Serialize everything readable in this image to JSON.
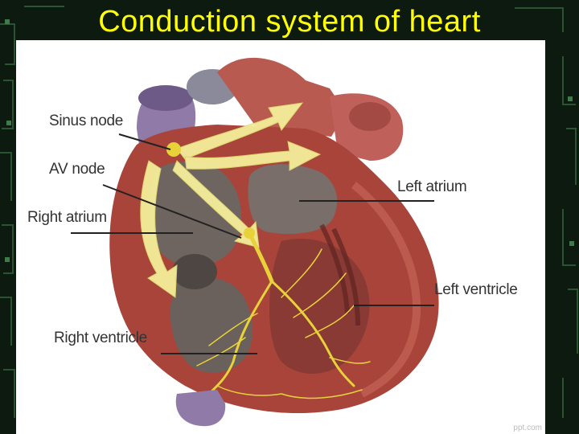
{
  "slide": {
    "title": "Conduction system of heart",
    "title_color": "#ffff00",
    "background_color": "#0c1a10"
  },
  "figure": {
    "labels": {
      "sinus_node": "Sinus node",
      "av_node": "AV node",
      "right_atrium": "Right atrium",
      "right_ventricle": "Right ventricle",
      "left_atrium": "Left atrium",
      "left_ventricle": "Left ventricle"
    },
    "watermark": "ppt.com",
    "colors": {
      "myocardium": "#a8443a",
      "atrium": "#9b3f3a",
      "vessel_purple": "#8f7aa8",
      "chamber_interior": "#7a6e6a",
      "conduction_yellow": "#e8d23a",
      "impulse_arrow": "#f4ee9a"
    }
  }
}
